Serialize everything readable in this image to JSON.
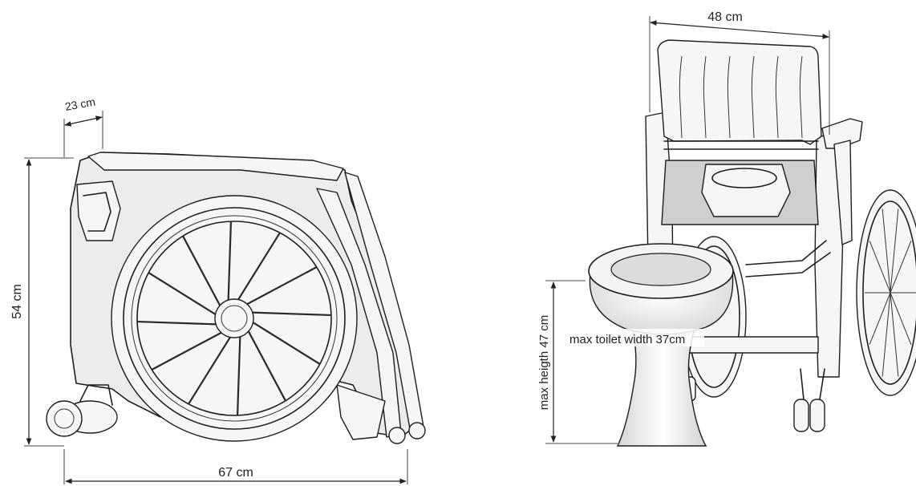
{
  "dimensions": {
    "folded_depth": "23 cm",
    "folded_height": "54 cm",
    "folded_length": "67 cm",
    "seat_width": "48 cm",
    "max_height": "max heigth 47 cm",
    "max_toilet_width": "max toilet width 37cm"
  }
}
